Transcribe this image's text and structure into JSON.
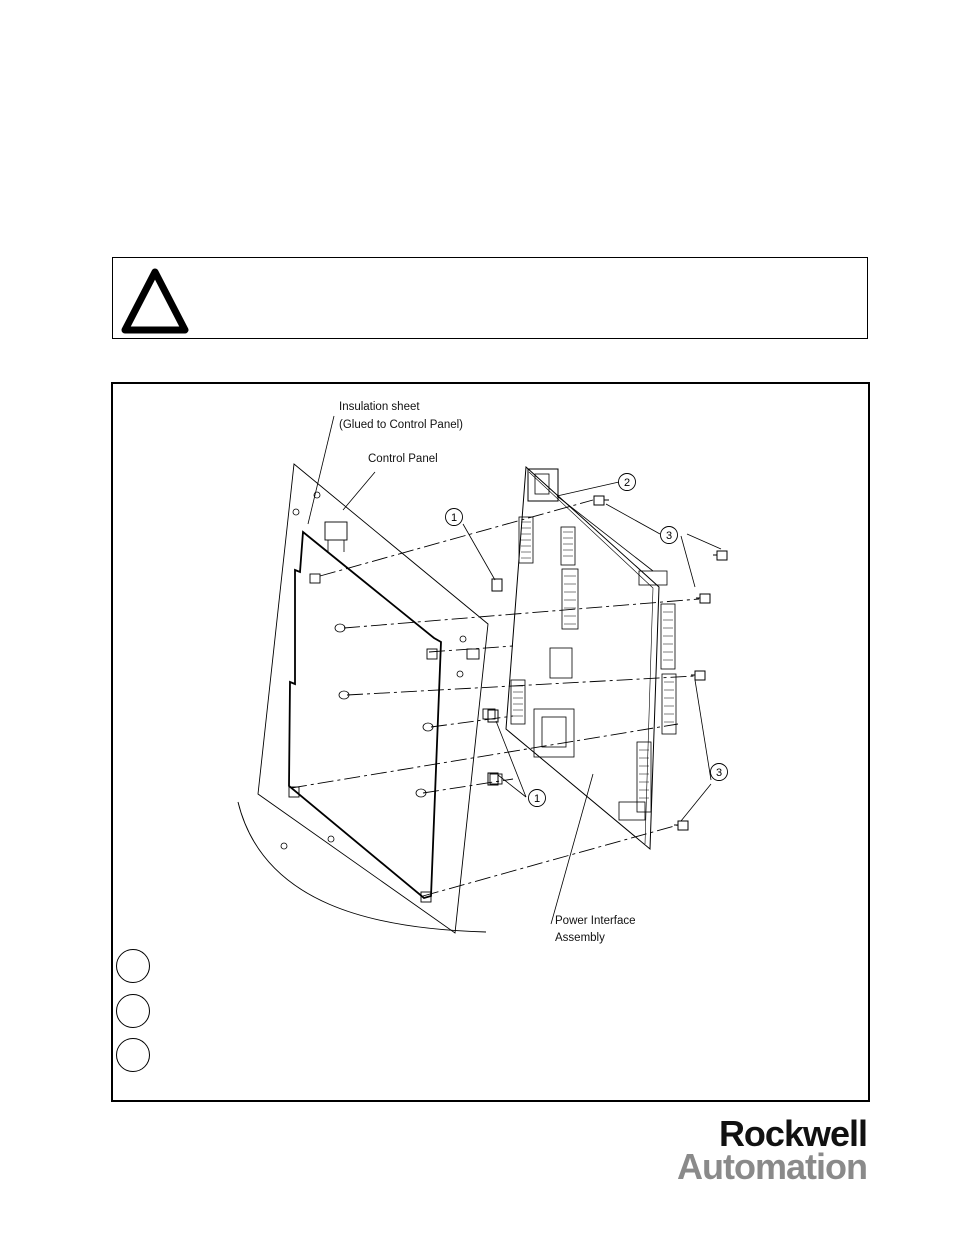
{
  "warning": {
    "icon": "warning-triangle-icon"
  },
  "figure": {
    "labels": {
      "insulation_sheet": "Insulation sheet",
      "insulation_note": "(Glued to Control Panel)",
      "control_panel": "Control Panel",
      "power_interface_line1": "Power Interface",
      "power_interface_line2": "Assembly"
    },
    "callouts": {
      "standoff_top": "1",
      "standoff_bottom": "1",
      "connector": "2",
      "screws_top": "3",
      "screws_bottom": "3"
    },
    "legend_items": [
      {
        "icon": "legend-circle-icon"
      },
      {
        "icon": "legend-circle-icon"
      },
      {
        "icon": "legend-circle-icon"
      }
    ]
  },
  "logo": {
    "line1": "Rockwell",
    "line2": "Automation",
    "colors": {
      "line1": "#111111",
      "line2": "#8a8a8a"
    }
  }
}
